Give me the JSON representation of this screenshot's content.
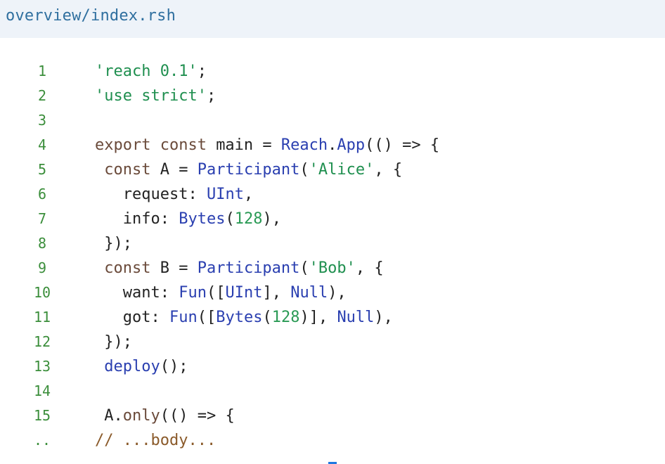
{
  "header": {
    "title": "overview/index.rsh"
  },
  "code_lines": [
    {
      "n": "1",
      "tokens": [
        {
          "t": "'reach 0.1'",
          "c": "str"
        },
        {
          "t": ";",
          "c": "op"
        }
      ]
    },
    {
      "n": "2",
      "tokens": [
        {
          "t": "'use strict'",
          "c": "str"
        },
        {
          "t": ";",
          "c": "op"
        }
      ]
    },
    {
      "n": "3",
      "tokens": []
    },
    {
      "n": "4",
      "tokens": [
        {
          "t": "export const ",
          "c": "kw"
        },
        {
          "t": "main",
          "c": "op"
        },
        {
          "t": " = ",
          "c": "op"
        },
        {
          "t": "Reach",
          "c": "fn"
        },
        {
          "t": ".",
          "c": "op"
        },
        {
          "t": "App",
          "c": "fn"
        },
        {
          "t": "(() => {",
          "c": "op"
        }
      ]
    },
    {
      "n": "5",
      "tokens": [
        {
          "t": " const ",
          "c": "kw"
        },
        {
          "t": "A",
          "c": "op"
        },
        {
          "t": " = ",
          "c": "op"
        },
        {
          "t": "Participant",
          "c": "fn"
        },
        {
          "t": "(",
          "c": "op"
        },
        {
          "t": "'Alice'",
          "c": "str"
        },
        {
          "t": ", {",
          "c": "op"
        }
      ]
    },
    {
      "n": "6",
      "tokens": [
        {
          "t": "   request: ",
          "c": "op"
        },
        {
          "t": "UInt",
          "c": "fn"
        },
        {
          "t": ",",
          "c": "op"
        }
      ]
    },
    {
      "n": "7",
      "tokens": [
        {
          "t": "   info: ",
          "c": "op"
        },
        {
          "t": "Bytes",
          "c": "fn"
        },
        {
          "t": "(",
          "c": "op"
        },
        {
          "t": "128",
          "c": "num"
        },
        {
          "t": "),",
          "c": "op"
        }
      ]
    },
    {
      "n": "8",
      "tokens": [
        {
          "t": " });",
          "c": "op"
        }
      ]
    },
    {
      "n": "9",
      "tokens": [
        {
          "t": " const ",
          "c": "kw"
        },
        {
          "t": "B",
          "c": "op"
        },
        {
          "t": " = ",
          "c": "op"
        },
        {
          "t": "Participant",
          "c": "fn"
        },
        {
          "t": "(",
          "c": "op"
        },
        {
          "t": "'Bob'",
          "c": "str"
        },
        {
          "t": ", {",
          "c": "op"
        }
      ]
    },
    {
      "n": "10",
      "tokens": [
        {
          "t": "   want: ",
          "c": "op"
        },
        {
          "t": "Fun",
          "c": "fn"
        },
        {
          "t": "([",
          "c": "op"
        },
        {
          "t": "UInt",
          "c": "fn"
        },
        {
          "t": "], ",
          "c": "op"
        },
        {
          "t": "Null",
          "c": "fn"
        },
        {
          "t": "),",
          "c": "op"
        }
      ]
    },
    {
      "n": "11",
      "tokens": [
        {
          "t": "   got: ",
          "c": "op"
        },
        {
          "t": "Fun",
          "c": "fn"
        },
        {
          "t": "([",
          "c": "op"
        },
        {
          "t": "Bytes",
          "c": "fn"
        },
        {
          "t": "(",
          "c": "op"
        },
        {
          "t": "128",
          "c": "num"
        },
        {
          "t": ")], ",
          "c": "op"
        },
        {
          "t": "Null",
          "c": "fn"
        },
        {
          "t": "),",
          "c": "op"
        }
      ]
    },
    {
      "n": "12",
      "tokens": [
        {
          "t": " });",
          "c": "op"
        }
      ]
    },
    {
      "n": "13",
      "tokens": [
        {
          "t": " deploy",
          "c": "fn"
        },
        {
          "t": "();",
          "c": "op"
        }
      ]
    },
    {
      "n": "14",
      "tokens": []
    },
    {
      "n": "15",
      "tokens": [
        {
          "t": " A",
          "c": "op"
        },
        {
          "t": ".",
          "c": "op"
        },
        {
          "t": "only",
          "c": "kw"
        },
        {
          "t": "(() => {",
          "c": "op"
        }
      ]
    },
    {
      "n": "..",
      "tokens": [
        {
          "t": "// ...body...",
          "c": "com"
        }
      ]
    }
  ]
}
